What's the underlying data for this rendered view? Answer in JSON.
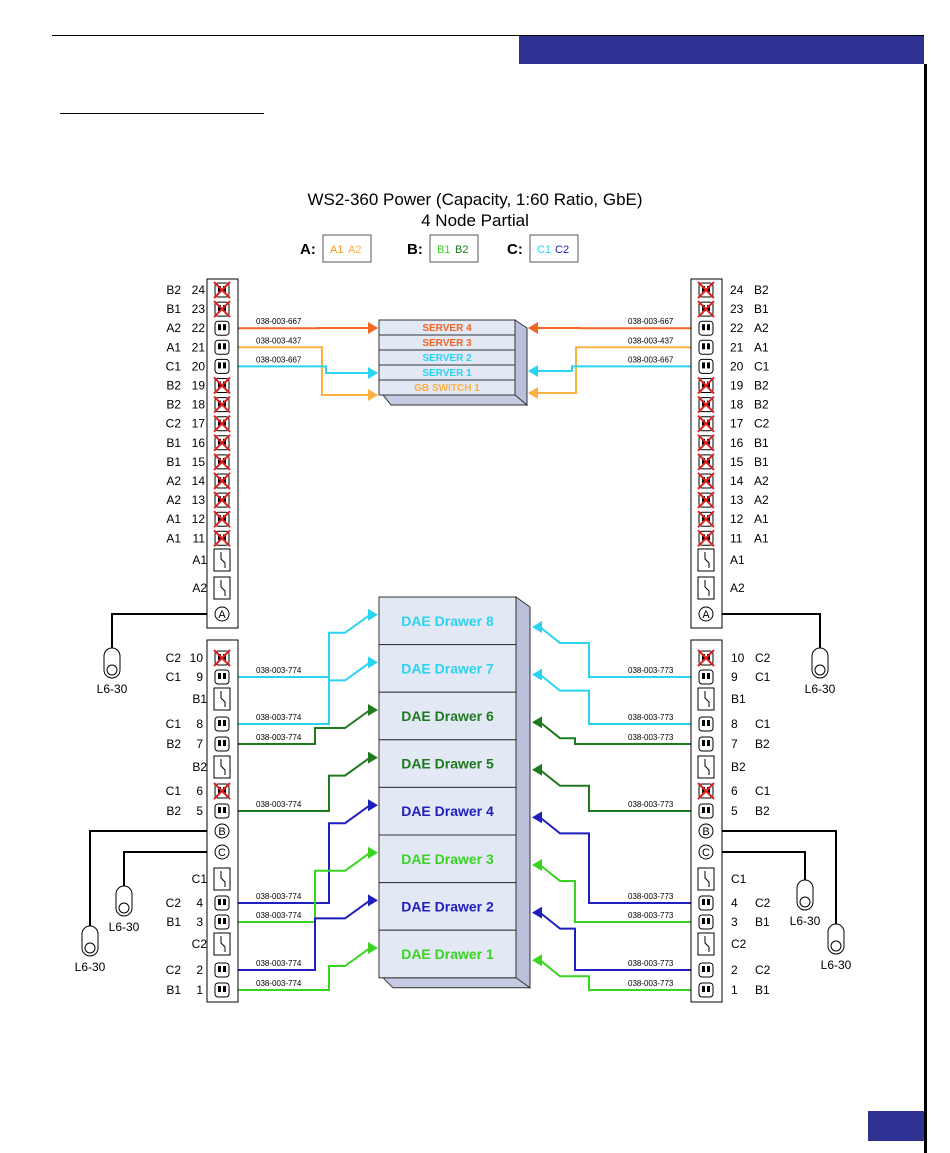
{
  "title": "WS2-360 Power (Capacity, 1:60 Ratio, GbE)",
  "subtitle": "4 Node Partial",
  "colors": {
    "brand_bar": "#2e3192",
    "phase_a1": "#f7941d",
    "phase_a2": "#fbb040",
    "phase_b1": "#39d321",
    "phase_b2": "#1f7a1f",
    "phase_c1": "#2ad3f0",
    "phase_c2": "#1f1fbe",
    "disabled_x": "#e02020"
  },
  "phase_legend": [
    {
      "key": "A:",
      "items": [
        "A1",
        "A2"
      ],
      "colors": [
        "#f7941d",
        "#fbb040"
      ]
    },
    {
      "key": "B:",
      "items": [
        "B1",
        "B2"
      ],
      "colors": [
        "#39d321",
        "#1f7a1f"
      ]
    },
    {
      "key": "C:",
      "items": [
        "C1",
        "C2"
      ],
      "colors": [
        "#2ad3f0",
        "#1f1fbe"
      ]
    }
  ],
  "servers": [
    {
      "label": "SERVER 4",
      "color": "#f26522"
    },
    {
      "label": "SERVER 3",
      "color": "#f26522"
    },
    {
      "label": "SERVER 2",
      "color": "#2ad3f0"
    },
    {
      "label": "SERVER 1",
      "color": "#2ad3f0"
    },
    {
      "label": "GB SWITCH 1",
      "color": "#fbb040"
    }
  ],
  "drawers": [
    {
      "label": "DAE Drawer 8",
      "color": "#2ad3f0"
    },
    {
      "label": "DAE Drawer 7",
      "color": "#2ad3f0"
    },
    {
      "label": "DAE Drawer 6",
      "color": "#1f7a1f"
    },
    {
      "label": "DAE Drawer 5",
      "color": "#1f7a1f"
    },
    {
      "label": "DAE Drawer 4",
      "color": "#1f1fbe"
    },
    {
      "label": "DAE Drawer 3",
      "color": "#39d321"
    },
    {
      "label": "DAE Drawer 2",
      "color": "#1f1fbe"
    },
    {
      "label": "DAE Drawer 1",
      "color": "#39d321"
    }
  ],
  "upper_pdu_left": [
    {
      "phase": "B2",
      "num": "24",
      "off": true
    },
    {
      "phase": "B1",
      "num": "23",
      "off": true
    },
    {
      "phase": "A2",
      "num": "22",
      "off": false,
      "cable": "038-003-667",
      "color": "#f26522"
    },
    {
      "phase": "A1",
      "num": "21",
      "off": false,
      "cable": "038-003-437",
      "color": "#fbb040"
    },
    {
      "phase": "C1",
      "num": "20",
      "off": false,
      "cable": "038-003-667",
      "color": "#2ad3f0"
    },
    {
      "phase": "B2",
      "num": "19",
      "off": true
    },
    {
      "phase": "B2",
      "num": "18",
      "off": true
    },
    {
      "phase": "C2",
      "num": "17",
      "off": true
    },
    {
      "phase": "B1",
      "num": "16",
      "off": true
    },
    {
      "phase": "B1",
      "num": "15",
      "off": true
    },
    {
      "phase": "A2",
      "num": "14",
      "off": true
    },
    {
      "phase": "A2",
      "num": "13",
      "off": true
    },
    {
      "phase": "A1",
      "num": "12",
      "off": true
    },
    {
      "phase": "A1",
      "num": "11",
      "off": true
    }
  ],
  "upper_pdu_right": [
    {
      "phase": "B2",
      "num": "24",
      "off": true
    },
    {
      "phase": "B1",
      "num": "23",
      "off": true
    },
    {
      "phase": "A2",
      "num": "22",
      "off": false,
      "cable": "038-003-667",
      "color": "#f26522"
    },
    {
      "phase": "A1",
      "num": "21",
      "off": false,
      "cable": "038-003-437",
      "color": "#fbb040"
    },
    {
      "phase": "C1",
      "num": "20",
      "off": false,
      "cable": "038-003-667",
      "color": "#2ad3f0"
    },
    {
      "phase": "B2",
      "num": "19",
      "off": true
    },
    {
      "phase": "B2",
      "num": "18",
      "off": true
    },
    {
      "phase": "C2",
      "num": "17",
      "off": true
    },
    {
      "phase": "B1",
      "num": "16",
      "off": true
    },
    {
      "phase": "B1",
      "num": "15",
      "off": true
    },
    {
      "phase": "A2",
      "num": "14",
      "off": true
    },
    {
      "phase": "A2",
      "num": "13",
      "off": true
    },
    {
      "phase": "A1",
      "num": "12",
      "off": true
    },
    {
      "phase": "A1",
      "num": "11",
      "off": true
    }
  ],
  "upper_breakers": [
    "A1",
    "A2"
  ],
  "feed_upper": "A",
  "lower_pdu_left": [
    {
      "kind": "outlet",
      "phase": "C2",
      "num": "10",
      "off": true
    },
    {
      "kind": "outlet",
      "phase": "C1",
      "num": "9",
      "off": false,
      "cable": "038-003-774",
      "color": "#2ad3f0",
      "drawer": 1
    },
    {
      "kind": "breaker",
      "phase": "B1"
    },
    {
      "kind": "outlet",
      "phase": "C1",
      "num": "8",
      "off": false,
      "cable": "038-003-774",
      "color": "#2ad3f0",
      "drawer": 0
    },
    {
      "kind": "outlet",
      "phase": "B2",
      "num": "7",
      "off": false,
      "cable": "038-003-774",
      "color": "#1f7a1f",
      "drawer": 2
    },
    {
      "kind": "breaker",
      "phase": "B2"
    },
    {
      "kind": "outlet",
      "phase": "C1",
      "num": "6",
      "off": true
    },
    {
      "kind": "outlet",
      "phase": "B2",
      "num": "5",
      "off": false,
      "cable": "038-003-774",
      "color": "#1f7a1f",
      "drawer": 3
    },
    {
      "kind": "feed",
      "phase": "B"
    },
    {
      "kind": "feed",
      "phase": "C"
    },
    {
      "kind": "breaker",
      "phase": "C1"
    },
    {
      "kind": "outlet",
      "phase": "C2",
      "num": "4",
      "off": false,
      "cable": "038-003-774",
      "color": "#1f1fbe",
      "drawer": 4
    },
    {
      "kind": "outlet",
      "phase": "B1",
      "num": "3",
      "off": false,
      "cable": "038-003-774",
      "color": "#39d321",
      "drawer": 5
    },
    {
      "kind": "breaker",
      "phase": "C2"
    },
    {
      "kind": "outlet",
      "phase": "C2",
      "num": "2",
      "off": false,
      "cable": "038-003-774",
      "color": "#1f1fbe",
      "drawer": 6
    },
    {
      "kind": "outlet",
      "phase": "B1",
      "num": "1",
      "off": false,
      "cable": "038-003-774",
      "color": "#39d321",
      "drawer": 7
    }
  ],
  "lower_pdu_right": [
    {
      "kind": "outlet",
      "phase": "C2",
      "num": "10",
      "off": true
    },
    {
      "kind": "outlet",
      "phase": "C1",
      "num": "9",
      "off": false,
      "cable": "038-003-773",
      "color": "#2ad3f0",
      "drawer": 0
    },
    {
      "kind": "breaker",
      "phase": "B1"
    },
    {
      "kind": "outlet",
      "phase": "C1",
      "num": "8",
      "off": false,
      "cable": "038-003-773",
      "color": "#2ad3f0",
      "drawer": 1
    },
    {
      "kind": "outlet",
      "phase": "B2",
      "num": "7",
      "off": false,
      "cable": "038-003-773",
      "color": "#1f7a1f",
      "drawer": 2
    },
    {
      "kind": "breaker",
      "phase": "B2"
    },
    {
      "kind": "outlet",
      "phase": "C1",
      "num": "6",
      "off": true
    },
    {
      "kind": "outlet",
      "phase": "B2",
      "num": "5",
      "off": false,
      "cable": "038-003-773",
      "color": "#1f7a1f",
      "drawer": 3
    },
    {
      "kind": "feed",
      "phase": "B"
    },
    {
      "kind": "feed",
      "phase": "C"
    },
    {
      "kind": "breaker",
      "phase": "C1"
    },
    {
      "kind": "outlet",
      "phase": "C2",
      "num": "4",
      "off": false,
      "cable": "038-003-773",
      "color": "#1f1fbe",
      "drawer": 4
    },
    {
      "kind": "outlet",
      "phase": "B1",
      "num": "3",
      "off": false,
      "cable": "038-003-773",
      "color": "#39d321",
      "drawer": 5
    },
    {
      "kind": "breaker",
      "phase": "C2"
    },
    {
      "kind": "outlet",
      "phase": "C2",
      "num": "2",
      "off": false,
      "cable": "038-003-773",
      "color": "#1f1fbe",
      "drawer": 6
    },
    {
      "kind": "outlet",
      "phase": "B1",
      "num": "1",
      "off": false,
      "cable": "038-003-773",
      "color": "#39d321",
      "drawer": 7
    }
  ],
  "plug_label": "L6-30"
}
